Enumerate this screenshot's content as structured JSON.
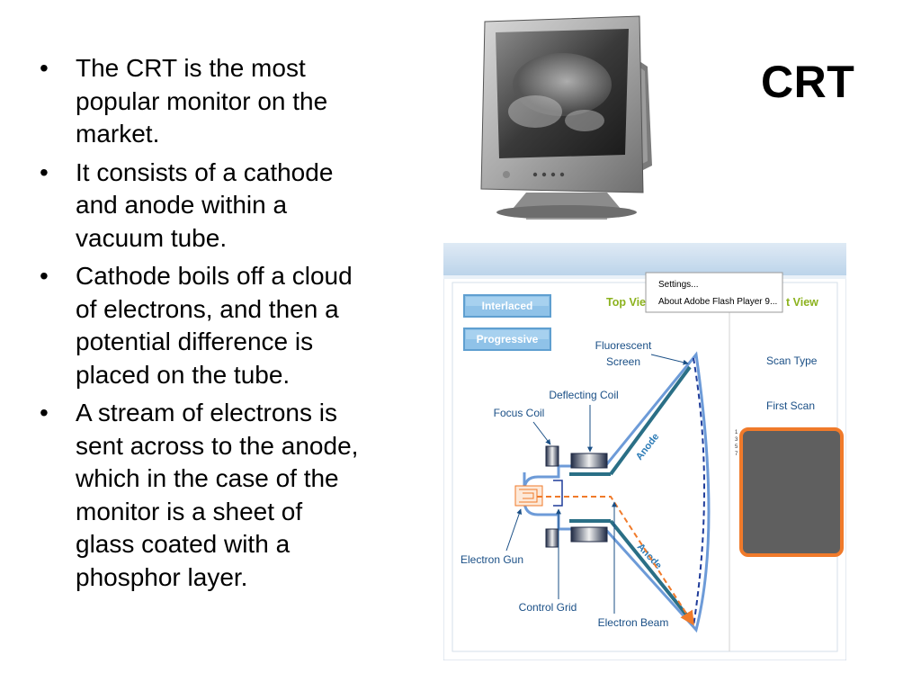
{
  "slide": {
    "title": "CRT",
    "bullets": [
      "The CRT is the most popular monitor on the market.",
      "It consists of a cathode and anode within a vacuum tube.",
      "Cathode boils off a cloud of electrons, and then a potential difference is placed on the tube.",
      "A stream of electrons is sent across to the anode, which in the case of the monitor is a sheet of glass coated with a phosphor layer."
    ],
    "bullet_lines": [
      [
        "The CRT is the most",
        "popular monitor on the",
        "market."
      ],
      [
        "It consists of a cathode",
        "and anode within a",
        "vacuum tube."
      ],
      [
        "Cathode boils off a cloud",
        "of electrons, and then a",
        "potential difference is",
        "placed on the tube."
      ],
      [
        "A stream of electrons is",
        "sent across to the anode,",
        "which in the case of the",
        "monitor is a sheet of",
        "glass coated with a",
        "phosphor layer."
      ]
    ],
    "bullet_marker": "•"
  },
  "animation": {
    "buttons": {
      "interlaced": "Interlaced",
      "progressive": "Progressive"
    },
    "headings": {
      "top_view": "Top View",
      "side_view": "t View"
    },
    "context_menu": {
      "items": [
        "Settings...",
        "About Adobe Flash Player 9..."
      ]
    },
    "labels": {
      "fluorescent": "Fluorescent",
      "screen": "Screen",
      "deflecting_coil": "Deflecting Coil",
      "focus_coil": "Focus Coil",
      "electron_gun": "Electron Gun",
      "control_grid": "Control Grid",
      "electron_beam": "Electron Beam",
      "anode_top": "Anode",
      "anode_bottom": "Anode",
      "scan_type": "Scan Type",
      "first_scan": "First Scan"
    },
    "scan_line_numbers": [
      "1",
      "3",
      "5",
      "7"
    ],
    "colors": {
      "panel_background": "#ffffff",
      "header_bar": "#cfe1f0",
      "button_fill": "#8fc2e8",
      "heading_green": "#8cb21e",
      "label_blue": "#1a4f86",
      "tube_blue": "#2c7bb6",
      "beam_orange": "#f07a2a",
      "screen_fill": "#5f5f5f",
      "screen_border": "#f07a2a"
    }
  },
  "monitor_photo": {
    "caption": ""
  }
}
